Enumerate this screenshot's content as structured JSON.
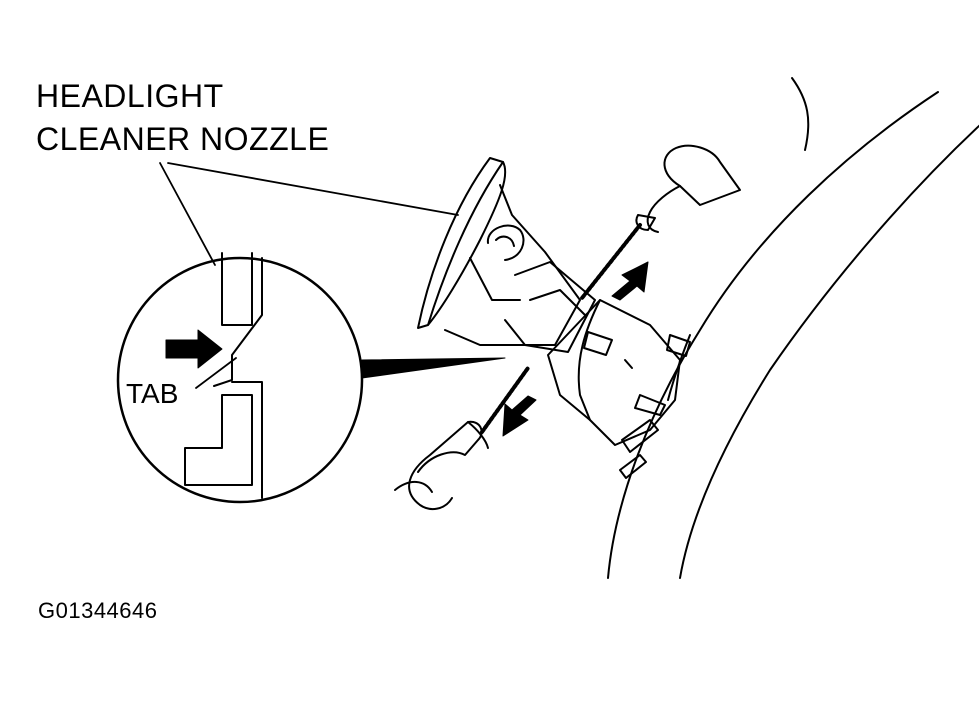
{
  "labels": {
    "part_line1": "HEADLIGHT",
    "part_line2": "CLEANER NOZZLE",
    "tab": "TAB",
    "figure_id": "G01344646"
  },
  "colors": {
    "ink": "#000000",
    "paper": "#ffffff"
  }
}
